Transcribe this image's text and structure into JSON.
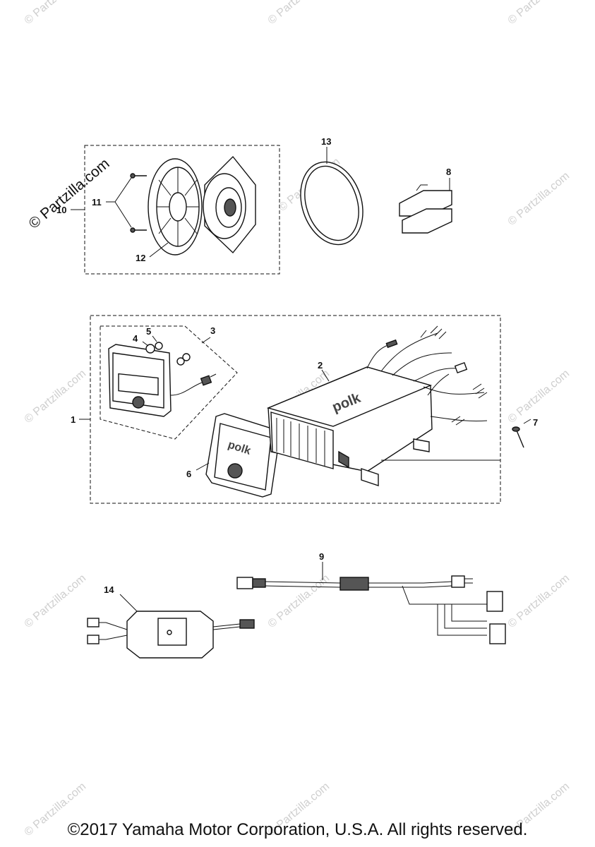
{
  "watermark": {
    "text": "© Partzilla.com"
  },
  "callouts": {
    "c1": "1",
    "c2": "2",
    "c3": "3",
    "c4": "4",
    "c5": "5",
    "c6": "6",
    "c7": "7",
    "c8": "8",
    "c9": "9",
    "c10": "10",
    "c11": "11",
    "c12": "12",
    "c13": "13",
    "c14": "14"
  },
  "brand": {
    "amplifier": "polk",
    "remote": "polk"
  },
  "copyright": "©2017 Yamaha Motor Corporation, U.S.A. All rights reserved."
}
